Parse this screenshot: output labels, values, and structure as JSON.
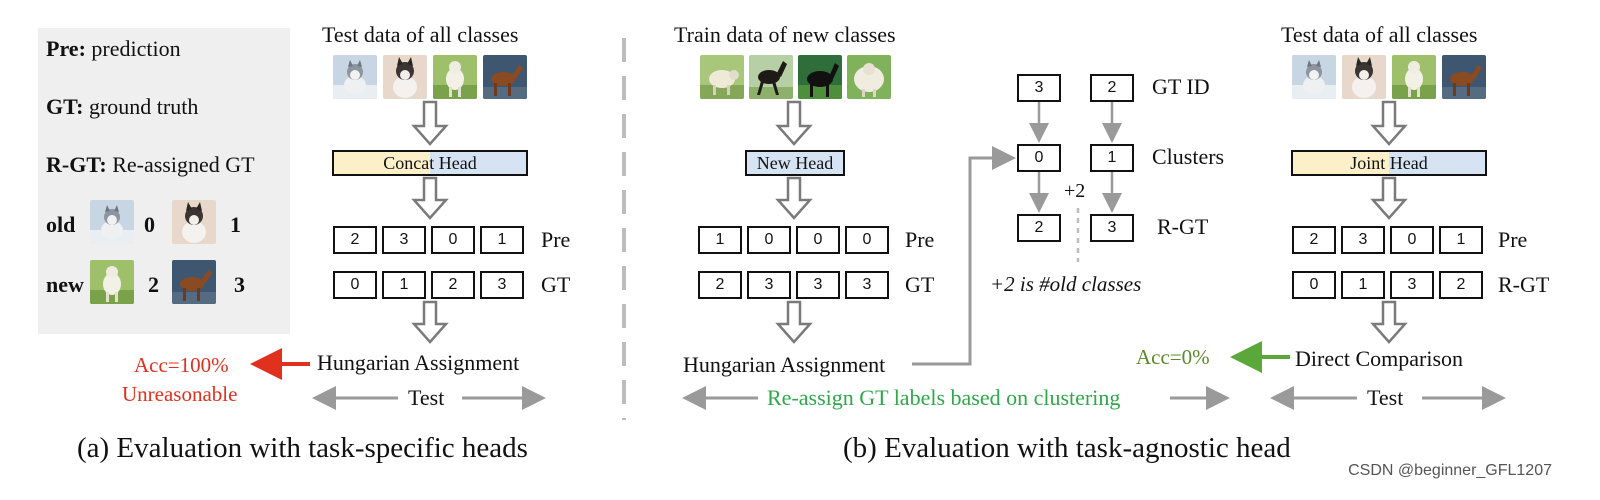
{
  "legend": {
    "pre_term": "Pre:",
    "pre_desc": "prediction",
    "gt_term": "GT:",
    "gt_desc": "ground truth",
    "rgt_term": "R-GT:",
    "rgt_desc": "Re-assigned GT",
    "old_label": "old",
    "old_id_a": "0",
    "old_id_b": "1",
    "new_label": "new",
    "new_id_a": "2",
    "new_id_b": "3"
  },
  "panel_a": {
    "title": "Test data of all classes",
    "head_label": "Concat Head",
    "pre_values": [
      "2",
      "3",
      "0",
      "1"
    ],
    "gt_values": [
      "0",
      "1",
      "2",
      "3"
    ],
    "pre_label": "Pre",
    "gt_label": "GT",
    "assignment": "Hungarian Assignment",
    "acc": "Acc=100%",
    "acc_note": "Unreasonable",
    "phase": "Test",
    "caption": "(a) Evaluation with task-specific heads"
  },
  "panel_b": {
    "train_title": "Train data of new classes",
    "new_head_label": "New Head",
    "pre_values": [
      "1",
      "0",
      "0",
      "0"
    ],
    "gt_values": [
      "2",
      "3",
      "3",
      "3"
    ],
    "pre_label": "Pre",
    "gt_label": "GT",
    "assignment": "Hungarian Assignment",
    "mapping": {
      "gt_id_values": [
        "3",
        "2"
      ],
      "cluster_values": [
        "0",
        "1"
      ],
      "rgt_values": [
        "2",
        "3"
      ],
      "gt_id_label": "GT ID",
      "clusters_label": "Clusters",
      "rgt_label": "R-GT",
      "offset": "+2",
      "offset_note": "+2 is #old classes"
    },
    "reassign_text": "Re-assign GT labels based on clustering",
    "test_title": "Test data of all classes",
    "joint_head_label": "Joint Head",
    "test_pre_values": [
      "2",
      "3",
      "0",
      "1"
    ],
    "test_rgt_values": [
      "0",
      "1",
      "3",
      "2"
    ],
    "test_pre_label": "Pre",
    "test_rgt_label": "R-GT",
    "comparison": "Direct Comparison",
    "acc": "Acc=0%",
    "phase": "Test",
    "caption": "(b) Evaluation with task-agnostic head"
  },
  "watermark": "CSDN @beginner_GFL1207",
  "colors": {
    "red": "#e0301e",
    "green": "#2ea84a",
    "olive": "#5a8a2a",
    "gray_arrow": "#9a9a9a",
    "head_yellow": "#fbf0c8",
    "head_blue": "#d6e3f2",
    "legend_bg": "#efefef"
  },
  "icons": [
    "husky-puppy-thumbnail",
    "husky-dog-thumbnail",
    "lamb-thumbnail",
    "brown-horse-thumbnail",
    "sheep-thumbnail",
    "black-horse-thumbnail"
  ]
}
